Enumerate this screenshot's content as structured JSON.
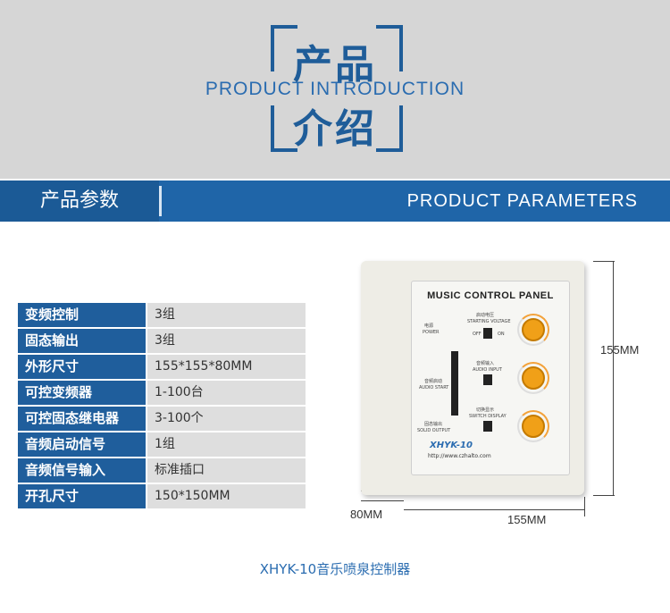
{
  "hero": {
    "title_top": "产品",
    "subtitle": "PRODUCT INTRODUCTION",
    "title_bottom": "介绍"
  },
  "band": {
    "cn": "产品参数",
    "en": "PRODUCT PARAMETERS"
  },
  "specs": [
    {
      "label": "变频控制",
      "value": "3组"
    },
    {
      "label": "固态输出",
      "value": "3组"
    },
    {
      "label": "外形尺寸",
      "value": "155*155*80MM"
    },
    {
      "label": "可控变频器",
      "value": "1-100台"
    },
    {
      "label": "可控固态继电器",
      "value": "3-100个"
    },
    {
      "label": "音频启动信号",
      "value": "1组"
    },
    {
      "label": "音频信号输入",
      "value": "标准插口"
    },
    {
      "label": "开孔尺寸",
      "value": "150*150MM"
    }
  ],
  "dimensions": {
    "height": "155MM",
    "depth": "80MM",
    "width": "155MM"
  },
  "device": {
    "title": "MUSIC CONTROL PANEL",
    "model": "XHYK-10",
    "url": "http://www.czhalto.com",
    "labels": {
      "power_cn": "电源",
      "power_en": "POWER",
      "audio_start_cn": "音频启动",
      "audio_start_en": "AUDIO START",
      "solid_output_cn": "固态输出",
      "solid_output_en": "SOLID OUTPUT",
      "starting_voltage_cn": "启动电压",
      "starting_voltage_en": "STARTING VOLTAGE",
      "audio_input_cn": "音频输入",
      "audio_input_en": "AUDIO INPUT",
      "switch_display_cn": "切换显示",
      "switch_display_en": "SWITCH DISPLAY",
      "off": "OFF",
      "on": "ON"
    }
  },
  "caption": "XHYK-10音乐喷泉控制器",
  "colors": {
    "brand_blue": "#1f65a8",
    "knob_orange": "#f0a018",
    "hero_bg": "#d6d6d6"
  }
}
